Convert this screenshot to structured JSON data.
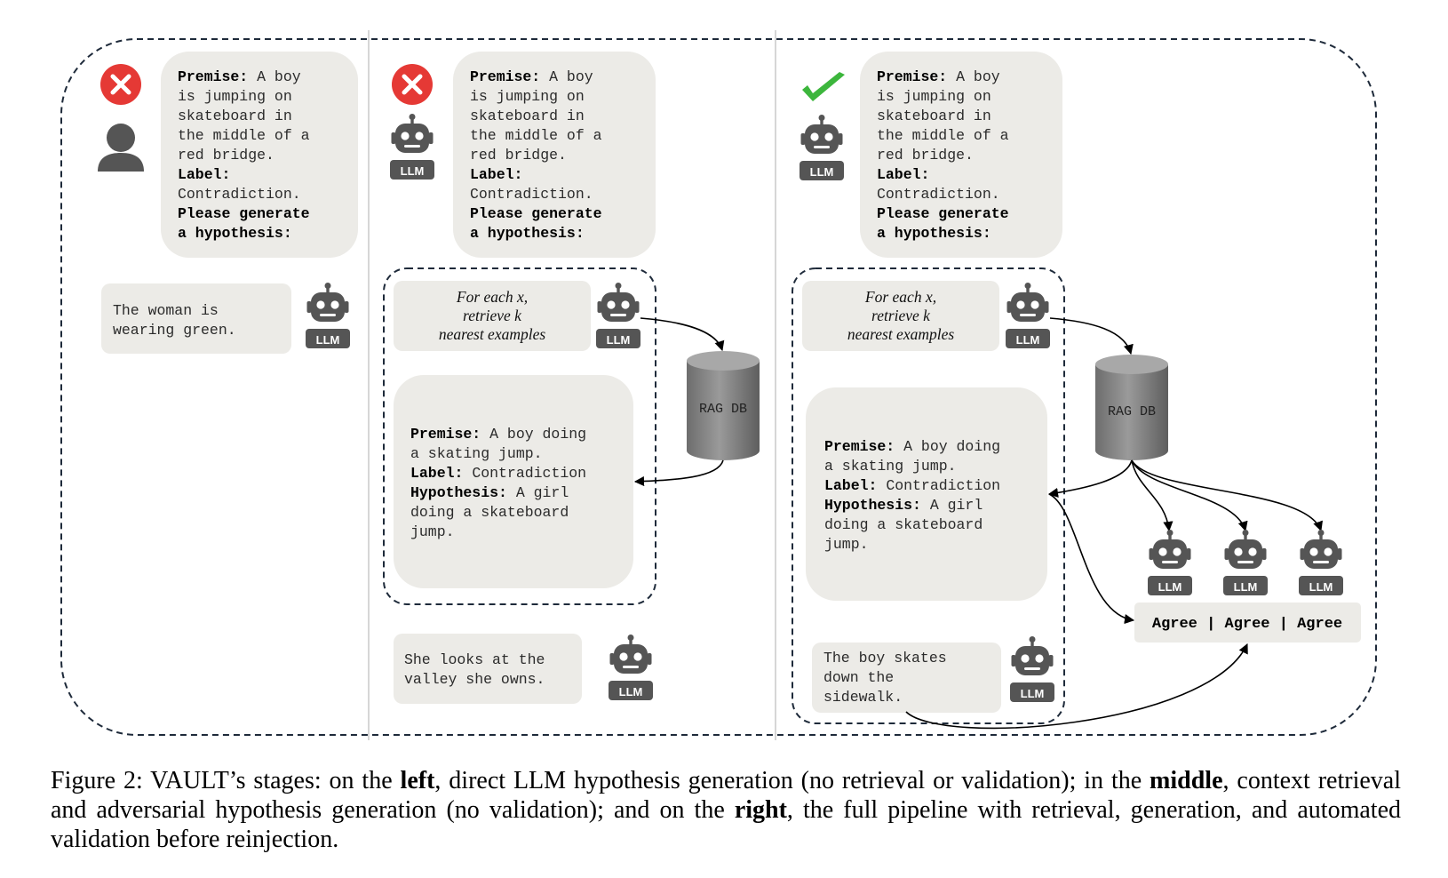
{
  "figure": {
    "left_panel": {
      "prompt": {
        "premise_label": "Premise:",
        "premise_lines": [
          " A boy",
          "is jumping on",
          "skateboard in",
          "the middle of a",
          "red bridge."
        ],
        "label_label": "Label:",
        "label_value": "Contradiction.",
        "request_lines": [
          "Please generate",
          "a hypothesis:"
        ]
      },
      "output_lines": [
        "The woman is",
        "wearing green."
      ],
      "llm_badge": "LLM"
    },
    "middle_panel": {
      "prompt": {
        "premise_label": "Premise:",
        "premise_lines": [
          " A boy",
          "is jumping on",
          "skateboard in",
          "the middle of a",
          "red bridge."
        ],
        "label_label": "Label:",
        "label_value": "Contradiction.",
        "request_lines": [
          "Please generate",
          "a hypothesis:"
        ]
      },
      "retrieve_lines": [
        "For each x,",
        "retrieve k",
        "nearest examples"
      ],
      "retrieved": {
        "premise_label": "Premise:",
        "premise_first": " A boy doing",
        "premise_second": "a skating jump.",
        "label_label": "Label:",
        "label_value": " Contradiction",
        "hypothesis_label": "Hypothesis:",
        "hypothesis_first": " A girl",
        "hypothesis_rest": [
          "doing a skateboard",
          "jump."
        ]
      },
      "db_label": "RAG DB",
      "output_lines": [
        "She looks at the",
        "valley she owns."
      ],
      "llm_badge": "LLM"
    },
    "right_panel": {
      "prompt": {
        "premise_label": "Premise:",
        "premise_lines": [
          " A boy",
          "is jumping on",
          "skateboard in",
          "the middle of a",
          "red bridge."
        ],
        "label_label": "Label:",
        "label_value": "Contradiction.",
        "request_lines": [
          "Please generate",
          "a hypothesis:"
        ]
      },
      "retrieve_lines": [
        "For each x,",
        "retrieve k",
        "nearest examples"
      ],
      "retrieved": {
        "premise_label": "Premise:",
        "premise_first": " A boy doing",
        "premise_second": "a skating jump.",
        "label_label": "Label:",
        "label_value": " Contradiction",
        "hypothesis_label": "Hypothesis:",
        "hypothesis_first": " A girl",
        "hypothesis_rest": [
          "doing a skateboard",
          "jump."
        ]
      },
      "db_label": "RAG DB",
      "output_lines": [
        "The boy skates",
        "down the",
        "sidewalk."
      ],
      "validation": "Agree | Agree | Agree",
      "llm_badge": "LLM"
    },
    "status_icons": [
      "x-mark-icon",
      "x-mark-icon",
      "check-mark-icon"
    ],
    "colors": {
      "reject_red": "#e53935",
      "accept_green": "#3cb63c",
      "bubble": "#ecebe7",
      "robot_gray": "#555555",
      "dashed_border": "#1e2a3a"
    }
  },
  "caption": {
    "prefix": "Figure 2: VAULT’s stages: on the ",
    "left": "left",
    "part1": ", direct LLM hypothesis generation (no retrieval or validation); in the ",
    "middle": "middle",
    "part2": ", context retrieval and adversarial hypothesis generation (no validation); and on the ",
    "right": "right",
    "part3": ", the full pipeline with retrieval, generation, and automated validation before reinjection."
  }
}
